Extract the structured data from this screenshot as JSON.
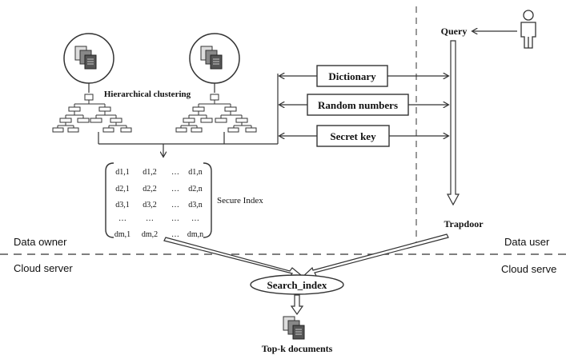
{
  "labels": {
    "hierarchical_clustering": "Hierarchical clustering",
    "dictionary": "Dictionary",
    "random_numbers": "Random numbers",
    "secret_key": "Secret key",
    "query": "Query",
    "trapdoor": "Trapdoor",
    "secure_index": "Secure Index",
    "data_owner": "Data owner",
    "data_user": "Data user",
    "cloud_server_left": "Cloud server",
    "cloud_server_right": "Cloud serve",
    "search_index": "Search_index",
    "topk_documents": "Top-k documents"
  },
  "matrix": {
    "rows": [
      [
        "d1,1",
        "d1,2",
        "…",
        "d1,n"
      ],
      [
        "d2,1",
        "d2,2",
        "…",
        "d2,n"
      ],
      [
        "d3,1",
        "d3,2",
        "…",
        "d3,n"
      ],
      [
        "…",
        "…",
        "…",
        "…"
      ],
      [
        "dm,1",
        "dm,2",
        "…",
        "dm,n"
      ]
    ]
  },
  "colors": {
    "line": "#333333",
    "dashed": "#555555",
    "fill_doc": "#666666",
    "text": "#111111"
  }
}
